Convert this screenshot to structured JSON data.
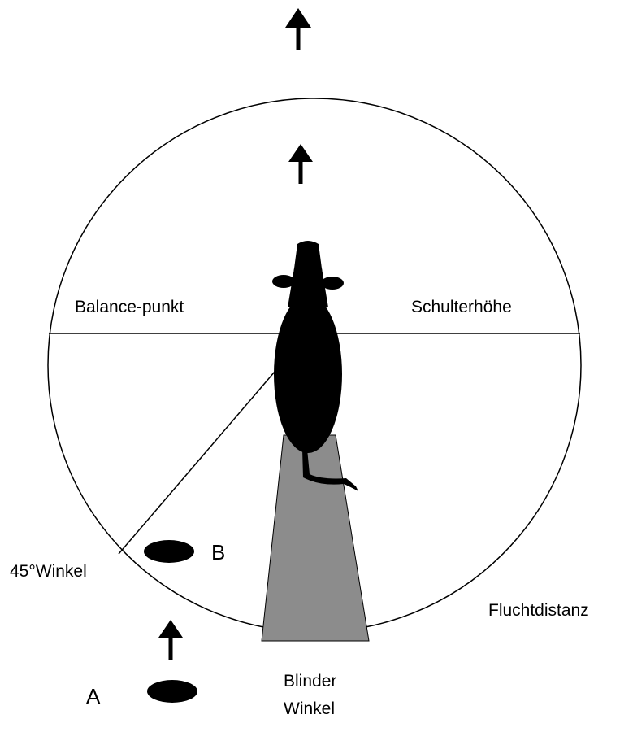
{
  "labels": {
    "balance_point": "Balance-punkt",
    "shoulder_height": "Schulterhöhe",
    "angle_45": "45°Winkel",
    "flight_distance": "Fluchtdistanz",
    "blind_spot_line1": "Blinder",
    "blind_spot_line2": "Winkel",
    "position_a": "A",
    "position_b": "B"
  },
  "colors": {
    "stroke": "#000000",
    "blind_spot_fill": "#8c8c8c",
    "cow_fill": "#000000",
    "background": "#ffffff"
  }
}
